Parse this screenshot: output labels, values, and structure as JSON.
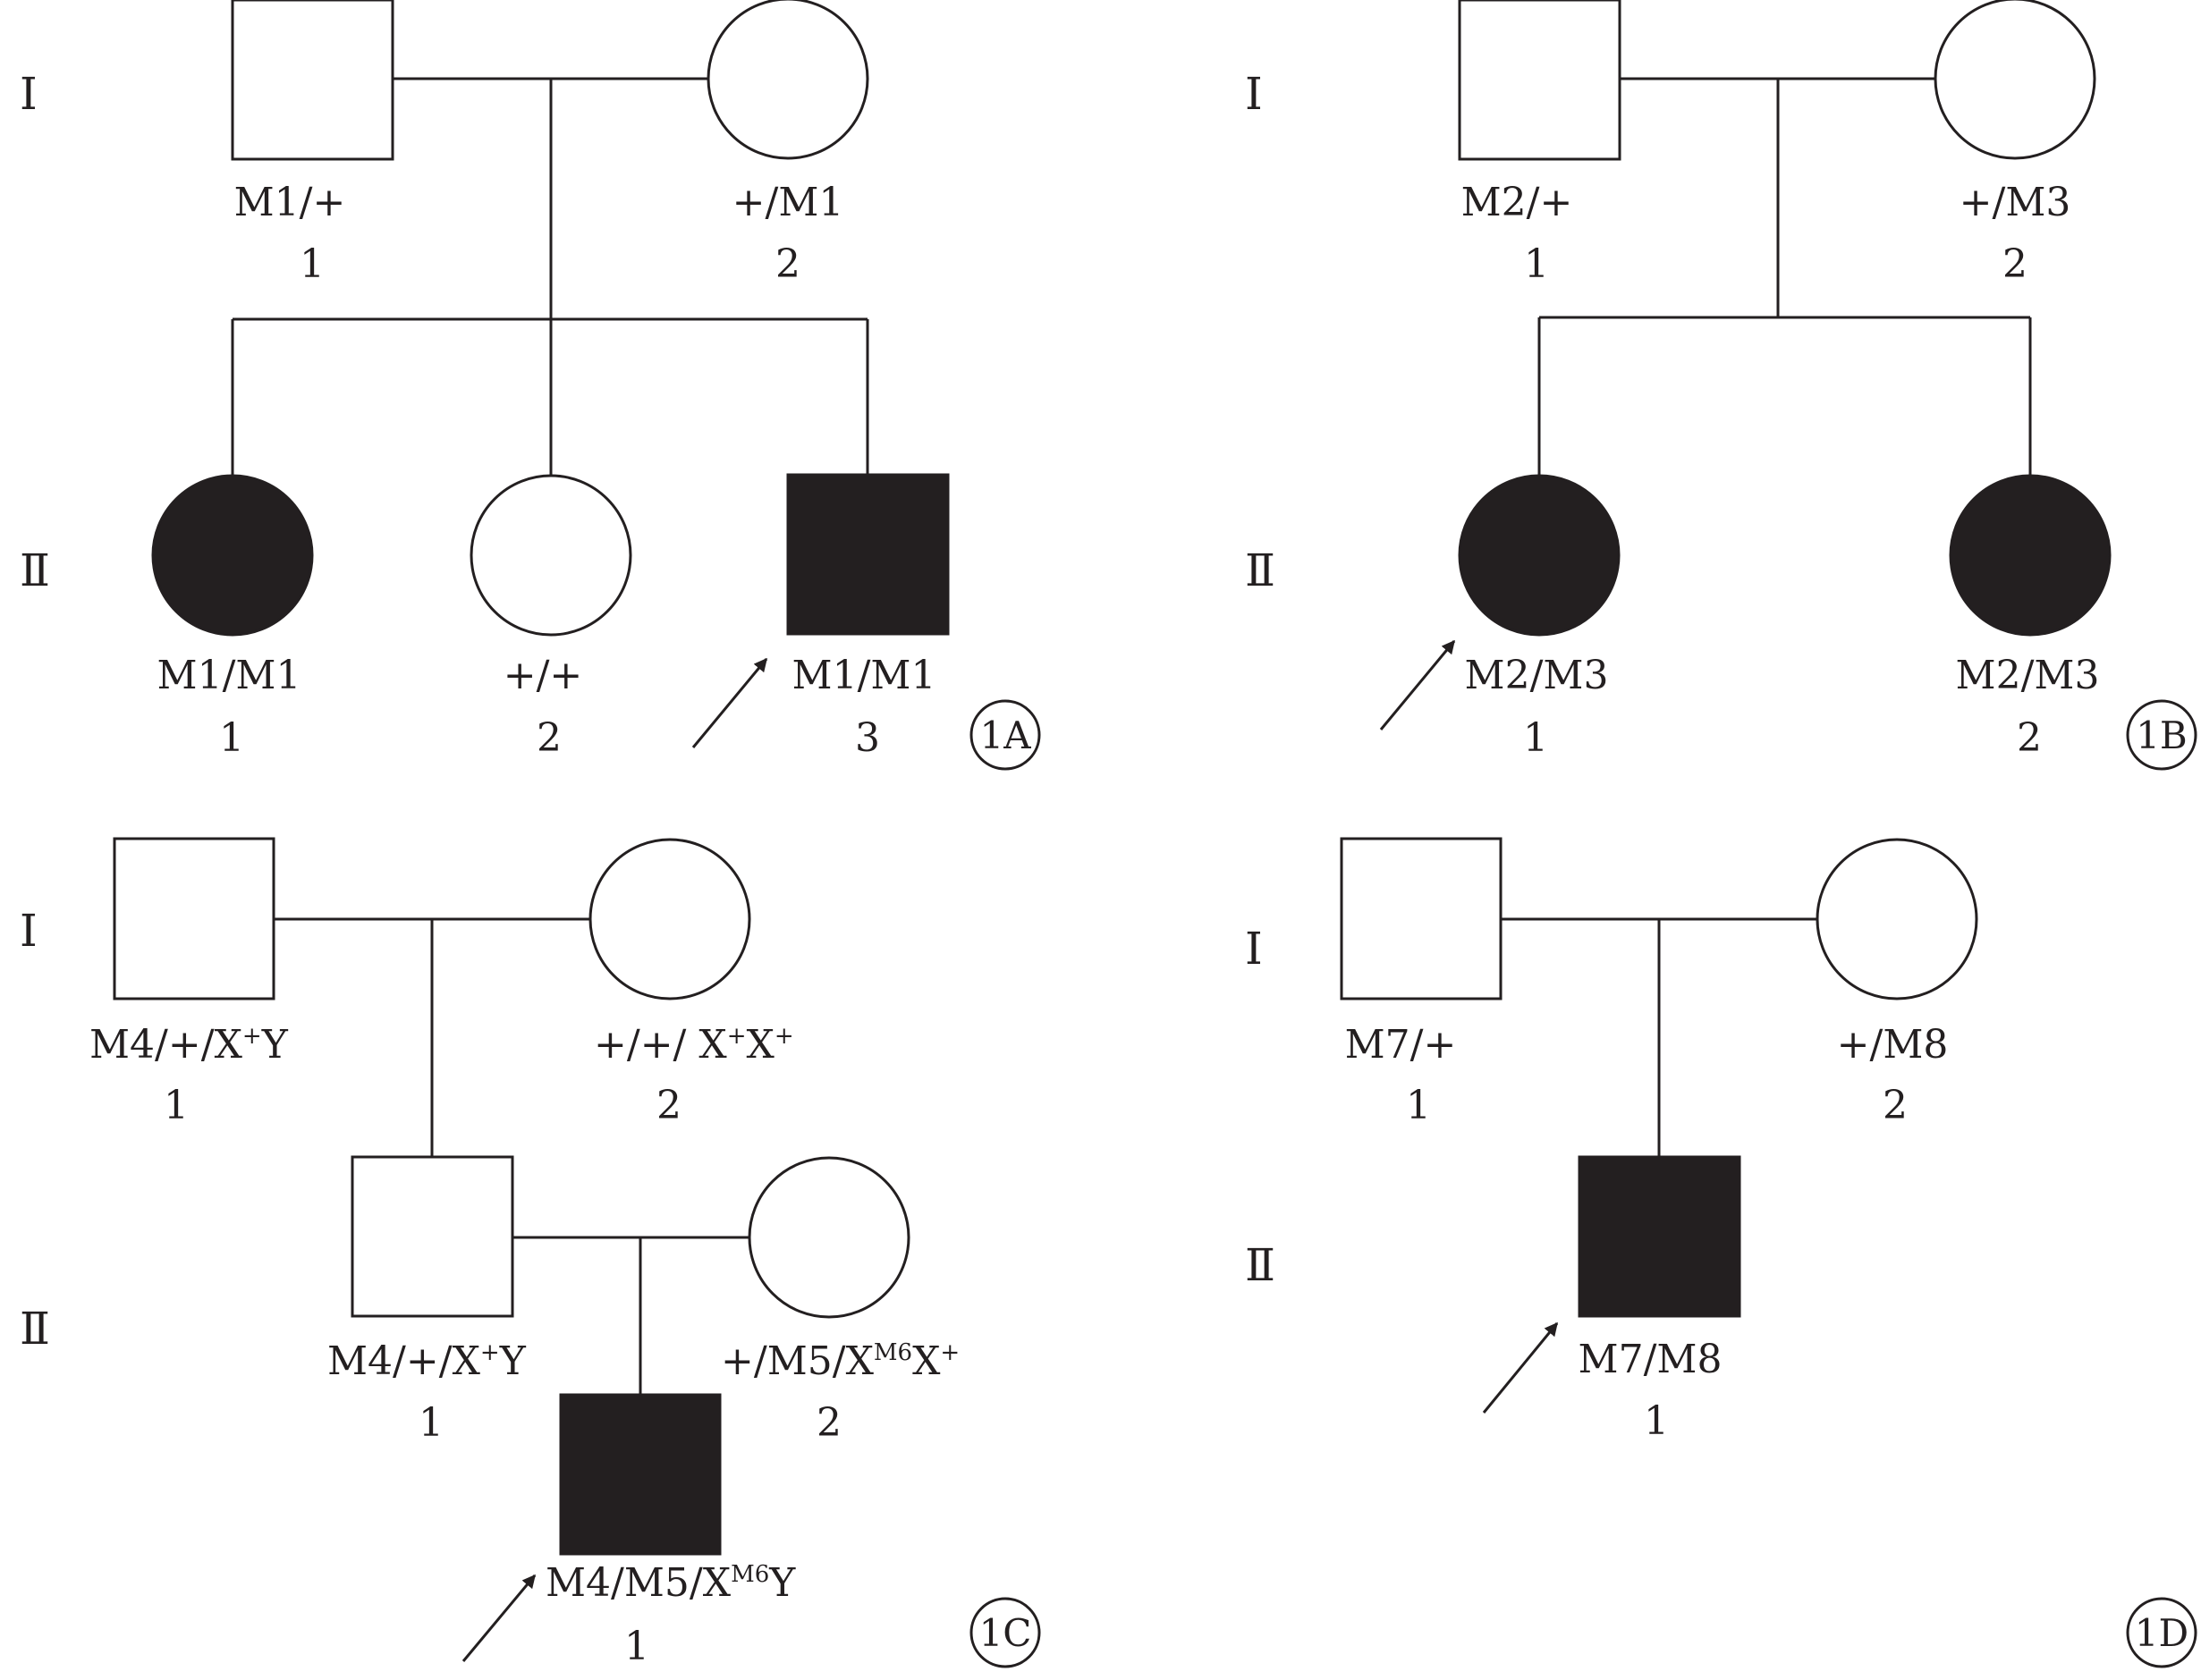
{
  "panels": [
    {
      "label": "1A",
      "generations": [
        "Ⅰ",
        "Ⅱ"
      ],
      "individuals": [
        {
          "key": "I1",
          "sex": "male",
          "affected": false,
          "genotype": "M1/+",
          "number": "1"
        },
        {
          "key": "I2",
          "sex": "female",
          "affected": false,
          "genotype": "+/M1",
          "number": "2"
        },
        {
          "key": "II1",
          "sex": "female",
          "affected": true,
          "genotype": "M1/M1",
          "number": "1"
        },
        {
          "key": "II2",
          "sex": "female",
          "affected": false,
          "genotype": "+/+",
          "number": "2"
        },
        {
          "key": "II3",
          "sex": "male",
          "affected": true,
          "proband": true,
          "genotype": "M1/M1",
          "number": "3"
        }
      ]
    },
    {
      "label": "1B",
      "generations": [
        "Ⅰ",
        "Ⅱ"
      ],
      "individuals": [
        {
          "key": "I1",
          "sex": "male",
          "affected": false,
          "genotype": "M2/+",
          "number": "1"
        },
        {
          "key": "I2",
          "sex": "female",
          "affected": false,
          "genotype": "+/M3",
          "number": "2"
        },
        {
          "key": "II1",
          "sex": "female",
          "affected": true,
          "proband": true,
          "genotype": "M2/M3",
          "number": "1"
        },
        {
          "key": "II2",
          "sex": "female",
          "affected": true,
          "genotype": "M2/M3",
          "number": "2"
        }
      ]
    },
    {
      "label": "1C",
      "generations": [
        "Ⅰ",
        "Ⅱ"
      ],
      "individuals": [
        {
          "key": "I1",
          "sex": "male",
          "affected": false,
          "genotype": "M4/+/X+Y",
          "genotype_parts": [
            "M4/+/X",
            "+",
            "Y"
          ],
          "number": "1"
        },
        {
          "key": "I2",
          "sex": "female",
          "affected": false,
          "genotype": "+/+/ X+X+",
          "genotype_parts": [
            "+/+/ X",
            "+",
            "X",
            "+"
          ],
          "number": "2"
        },
        {
          "key": "II1",
          "sex": "male",
          "affected": false,
          "genotype": "M4/+/X+Y",
          "genotype_parts": [
            "M4/+/X",
            "+",
            "Y"
          ],
          "number": "1"
        },
        {
          "key": "II2",
          "sex": "female",
          "affected": false,
          "genotype": "+/M5/XM6X+",
          "genotype_parts": [
            "+/M5/X",
            "M6",
            "X",
            "+"
          ],
          "number": "2"
        },
        {
          "key": "III1",
          "sex": "male",
          "affected": true,
          "proband": true,
          "genotype": "M4/M5/XM6Y",
          "genotype_parts": [
            "M4/M5/X",
            "M6",
            "Y"
          ],
          "number": "1"
        }
      ]
    },
    {
      "label": "1D",
      "generations": [
        "Ⅰ",
        "Ⅱ"
      ],
      "individuals": [
        {
          "key": "I1",
          "sex": "male",
          "affected": false,
          "genotype": "M7/+",
          "number": "1"
        },
        {
          "key": "I2",
          "sex": "female",
          "affected": false,
          "genotype": "+/M8",
          "number": "2"
        },
        {
          "key": "II1",
          "sex": "male",
          "affected": true,
          "proband": true,
          "genotype": "M7/M8",
          "number": "1"
        }
      ]
    }
  ],
  "colors": {
    "ink": "#231f20",
    "background": "#ffffff"
  }
}
